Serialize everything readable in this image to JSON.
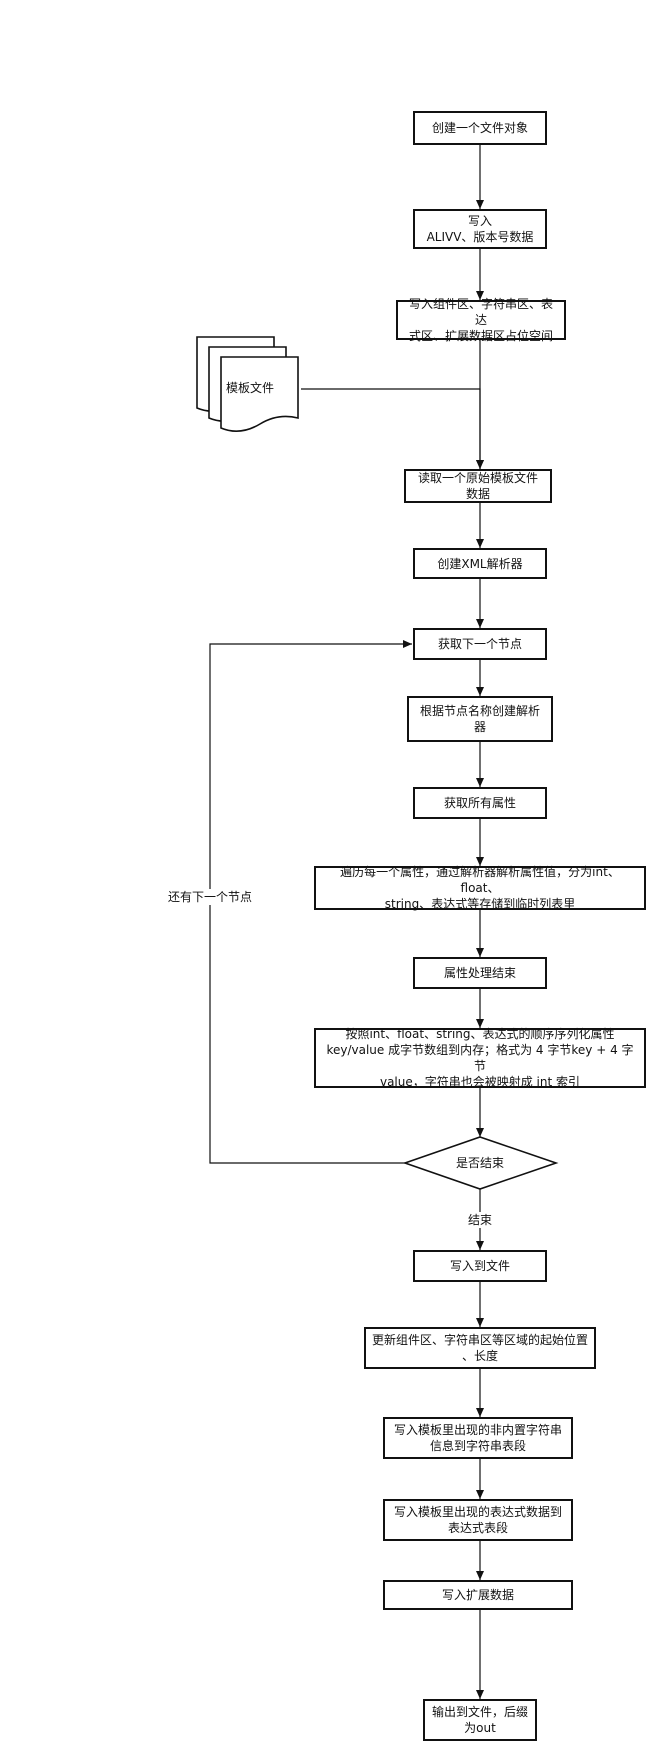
{
  "steps": {
    "s1": "创建一个文件对象",
    "s2_l1": "写入",
    "s2_l2": "ALIVV、版本号数据",
    "s3_l1": "写入组件区、字符串区、表达",
    "s3_l2": "式区、扩展数据区占位空间",
    "s4_l1": "读取一个原始模板文件",
    "s4_l2": "数据",
    "s5": "创建XML解析器",
    "s6": "获取下一个节点",
    "s7_l1": "根据节点名称创建解析",
    "s7_l2": "器",
    "s8": "获取所有属性",
    "s9_l1": "遍历每一个属性，通过解析器解析属性值，分为int、float、",
    "s9_l2": "string、表达式等存储到临时列表里",
    "s10": "属性处理结束",
    "s11_l1": "按照int、float、string、表达式的顺序序列化属性",
    "s11_l2": "key/value 成字节数组到内存；格式为 4 字节key + 4 字节",
    "s11_l3": "value，字符串也会被映射成 int 索引",
    "decision": "是否结束",
    "s13": "写入到文件",
    "s14_l1": "更新组件区、字符串区等区域的起始位置",
    "s14_l2": "、长度",
    "s15_l1": "写入模板里出现的非内置字符串",
    "s15_l2": "信息到字符串表段",
    "s16_l1": "写入模板里出现的表达式数据到",
    "s16_l2": "表达式表段",
    "s17": "写入扩展数据",
    "s18_l1": "输出到文件，后缀",
    "s18_l2": "为out"
  },
  "labels": {
    "template_file": "模板文件",
    "loop_back": "还有下一个节点",
    "end": "结束"
  }
}
